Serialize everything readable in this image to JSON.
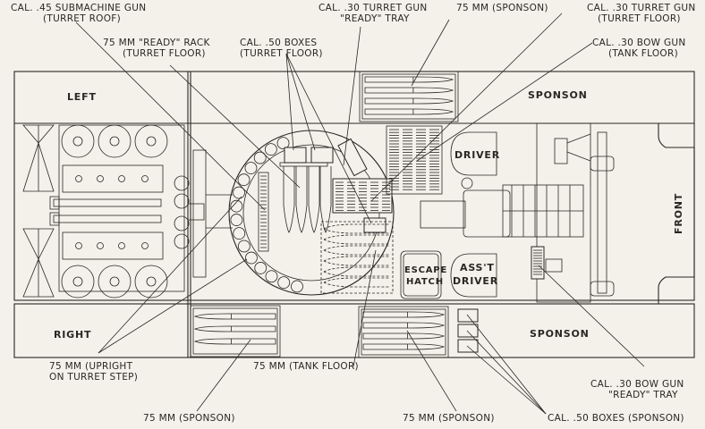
{
  "title": "Ammunition stowage diagram",
  "areas": {
    "left": "LEFT",
    "right": "RIGHT",
    "sponson_top": "SPONSON",
    "sponson_bottom": "SPONSON",
    "driver": "DRIVER",
    "asst_driver_1": "ASS'T",
    "asst_driver_2": "DRIVER",
    "escape_1": "ESCAPE",
    "escape_2": "HATCH",
    "front": "FRONT"
  },
  "callouts": {
    "smg": [
      "CAL. .45 SUBMACHINE GUN",
      "(TURRET ROOF)"
    ],
    "ready_rack": [
      "75 MM \"READY\" RACK",
      "(TURRET FLOOR)"
    ],
    "cal50_turret": [
      "CAL. .50 BOXES",
      "(TURRET FLOOR)"
    ],
    "cal30_ready_tray": [
      "CAL. .30 TURRET GUN",
      "\"READY\" TRAY"
    ],
    "mm75_sponson_top": [
      "75 MM (SPONSON)"
    ],
    "cal30_turret_floor": [
      "CAL. .30 TURRET GUN",
      "(TURRET FLOOR)"
    ],
    "cal30_bow_floor": [
      "CAL. .30 BOW GUN",
      "(TANK FLOOR)"
    ],
    "mm75_upright": [
      "75 MM (UPRIGHT",
      "ON TURRET STEP)"
    ],
    "mm75_tank_floor": [
      "75 MM (TANK FLOOR)"
    ],
    "mm75_sponson_bl": [
      "75 MM (SPONSON)"
    ],
    "mm75_sponson_bc": [
      "75 MM (SPONSON)"
    ],
    "cal30_bow_ready": [
      "CAL. .30 BOW GUN",
      "\"READY\" TRAY"
    ],
    "cal50_sponson": [
      "CAL. .50 BOXES (SPONSON)"
    ]
  }
}
